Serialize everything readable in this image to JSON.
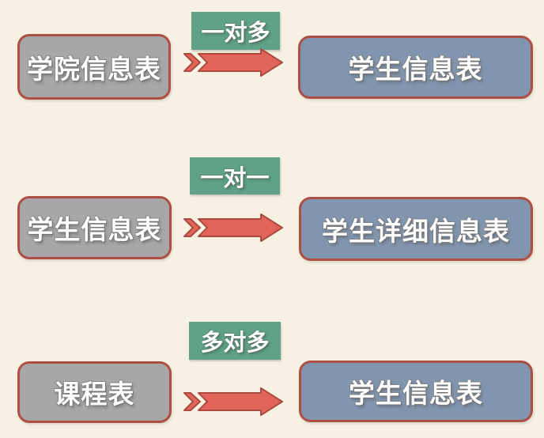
{
  "diagram": {
    "title_implicit": "database-table-relationships",
    "background_color": "#f6f1e2",
    "colors": {
      "source_box_fill": "#a7a7a7",
      "target_box_fill": "#8295ae",
      "box_border": "#ae4f46",
      "relation_label_fill": "#5fa287",
      "arrow_fill": "#e2655c",
      "arrow_border": "#ad4a40",
      "text": "#ffffff"
    },
    "rows": [
      {
        "left": "学院信息表",
        "relation": "一对多",
        "right": "学生信息表"
      },
      {
        "left": "学生信息表",
        "relation": "一对一",
        "right": "学生详细信息表"
      },
      {
        "left": "课程表",
        "relation": "多对多",
        "right": "学生信息表"
      }
    ]
  }
}
